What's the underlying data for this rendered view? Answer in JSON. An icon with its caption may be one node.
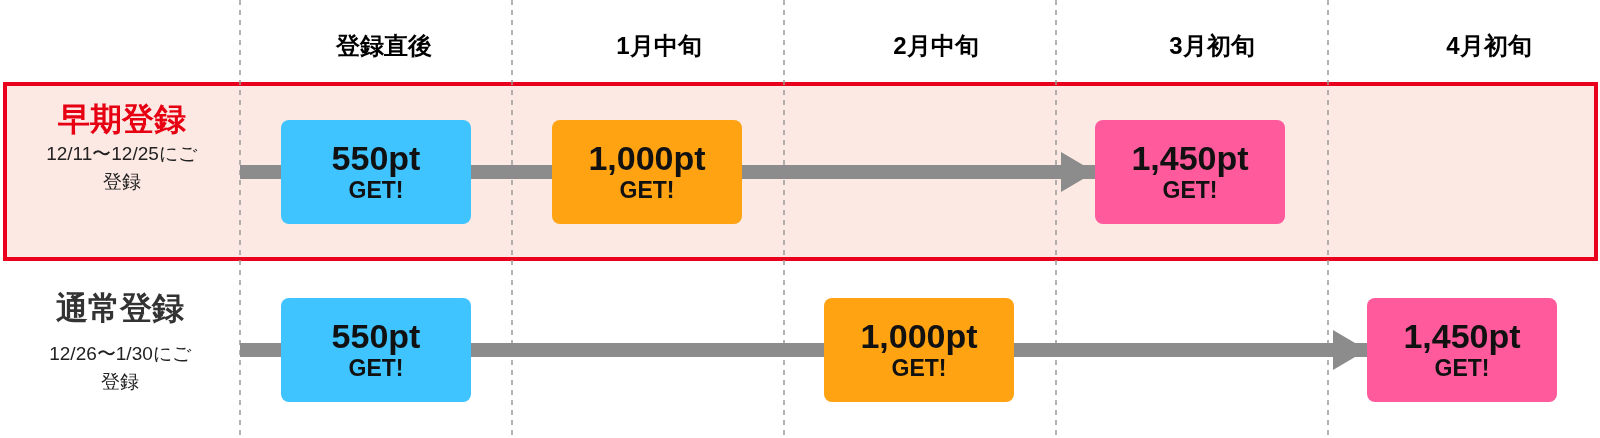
{
  "diagram": {
    "nodes": [
      {
        "text": [
          "早期登録",
          "12/11〜12/25にご登録"
        ]
      },
      {
        "text": [
          "550pt",
          "GET!"
        ],
        "in": 0
      },
      {
        "text": [
          "1,000pt",
          "GET!"
        ],
        "in": 0
      },
      {
        "text": [
          "1,450pt",
          "GET!"
        ],
        "in": 0
      },
      {
        "text": [
          "550pt",
          "GET!"
        ]
      },
      {
        "text": [
          "1,000pt",
          "GET!"
        ]
      },
      {
        "text": [
          "1,450pt",
          "GET!"
        ]
      }
    ],
    "edges": [
      {
        "from": null,
        "to": 1,
        "arrow": "none"
      },
      {
        "from": 1,
        "to": 2,
        "arrow": "none"
      },
      {
        "from": 2,
        "to": 3,
        "arrow": "to"
      },
      {
        "from": null,
        "to": 4,
        "arrow": "none"
      },
      {
        "from": 4,
        "to": 5,
        "arrow": "none"
      },
      {
        "from": 5,
        "to": 6,
        "arrow": "to"
      }
    ],
    "labels": [
      "登録直後",
      "1月中旬",
      "2月中旬",
      "3月初旬",
      "4月初旬",
      "通常登録",
      "12/26〜1/30にご登録"
    ]
  }
}
